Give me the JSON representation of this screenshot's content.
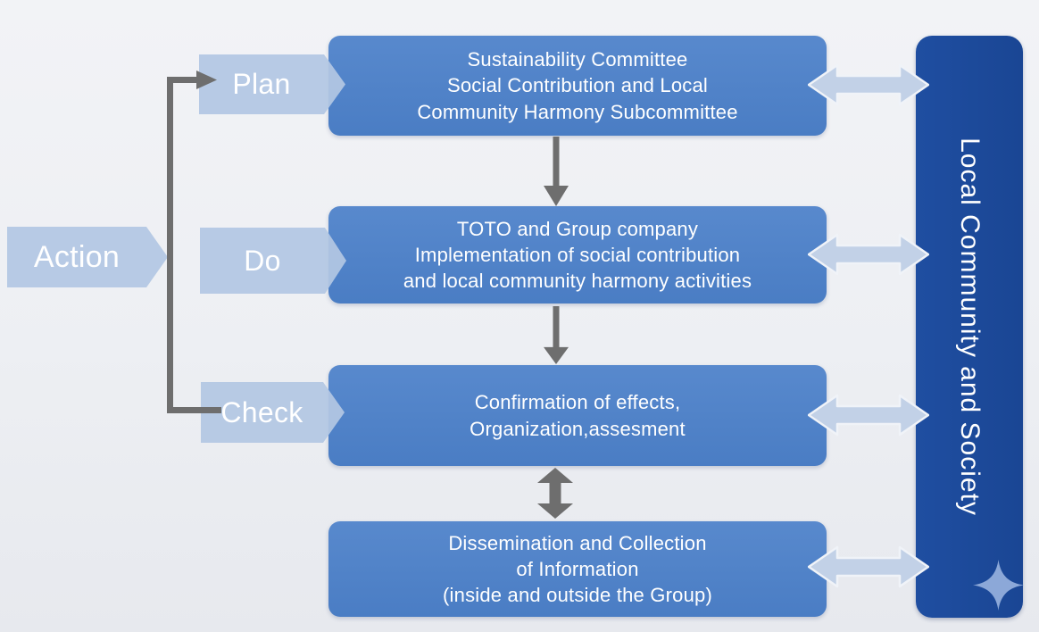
{
  "labels": {
    "plan": "Plan",
    "do": "Do",
    "check": "Check",
    "action": "Action"
  },
  "boxes": [
    {
      "id": "plan",
      "lines": [
        "Sustainability Committee",
        "Social Contribution and Local",
        "Community Harmony Subcommittee"
      ]
    },
    {
      "id": "do",
      "lines": [
        "TOTO and Group company",
        "Implementation of social contribution",
        "and local community harmony activities"
      ]
    },
    {
      "id": "check",
      "lines": [
        "Confirmation of effects,",
        "Organization,assesment"
      ]
    },
    {
      "id": "info",
      "lines": [
        "Dissemination and Collection",
        "of Information",
        "(inside and outside the Group)"
      ]
    }
  ],
  "sidebar": {
    "label": "Local Community and Society"
  },
  "colors": {
    "box_blue": "#4c80c6",
    "sidebar_blue": "#1c4a9c",
    "label_blue": "#b3c7e3",
    "arrow_gray": "#6e6e6e",
    "horizontal_arrow_blue": "#c2d1e7",
    "sparkle_blue": "#8ca8d8",
    "background": "#edeff3"
  }
}
